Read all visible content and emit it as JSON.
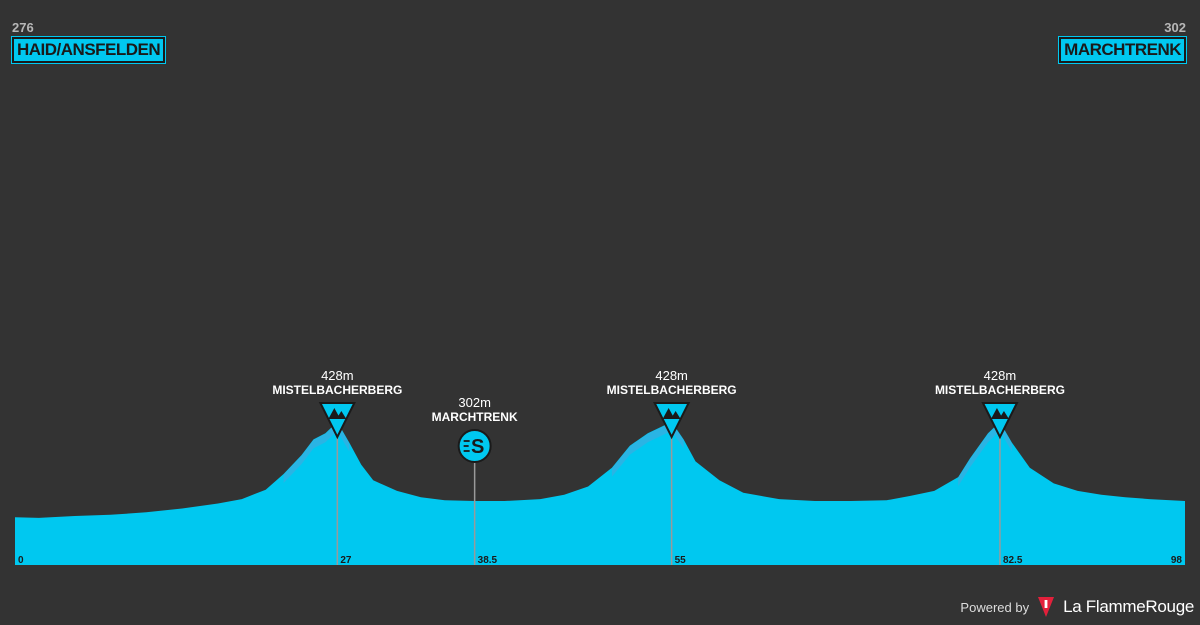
{
  "start": {
    "altitude": "276",
    "name": "HAID/ANSFELDEN"
  },
  "finish": {
    "altitude": "302",
    "name": "MARCHTRENK"
  },
  "footer": {
    "powered_by": "Powered by",
    "brand": "La FlammeRouge"
  },
  "colors": {
    "background": "#333333",
    "profile_fill": "#00c8f0",
    "profile_ridge": "#38aee0",
    "marker_line": "#9a9a9a"
  },
  "chart_data": {
    "type": "area",
    "title": "",
    "xlabel": "",
    "ylabel": "",
    "xlim": [
      0,
      98
    ],
    "ylim": [
      200,
      1100
    ],
    "x_ticks": [
      "0",
      "27",
      "38.5",
      "55",
      "82.5",
      "98"
    ],
    "profile": [
      [
        0,
        276
      ],
      [
        2,
        275
      ],
      [
        5,
        278
      ],
      [
        8,
        280
      ],
      [
        11,
        284
      ],
      [
        14,
        290
      ],
      [
        17,
        298
      ],
      [
        19,
        305
      ],
      [
        21,
        320
      ],
      [
        22.5,
        345
      ],
      [
        24,
        375
      ],
      [
        25,
        400
      ],
      [
        26,
        410
      ],
      [
        27,
        428
      ],
      [
        28,
        395
      ],
      [
        29,
        360
      ],
      [
        30,
        335
      ],
      [
        32,
        318
      ],
      [
        34,
        308
      ],
      [
        36,
        303
      ],
      [
        38.5,
        302
      ],
      [
        41,
        302
      ],
      [
        44,
        305
      ],
      [
        46,
        312
      ],
      [
        48,
        325
      ],
      [
        50,
        355
      ],
      [
        51.5,
        390
      ],
      [
        53,
        410
      ],
      [
        55,
        428
      ],
      [
        56,
        400
      ],
      [
        57,
        365
      ],
      [
        59,
        335
      ],
      [
        61,
        315
      ],
      [
        64,
        305
      ],
      [
        67,
        302
      ],
      [
        70,
        302
      ],
      [
        73,
        303
      ],
      [
        75,
        310
      ],
      [
        77,
        318
      ],
      [
        79,
        340
      ],
      [
        80,
        370
      ],
      [
        81.5,
        410
      ],
      [
        82.5,
        428
      ],
      [
        83.5,
        395
      ],
      [
        85,
        355
      ],
      [
        87,
        330
      ],
      [
        89,
        318
      ],
      [
        91,
        312
      ],
      [
        93,
        308
      ],
      [
        95,
        305
      ],
      [
        98,
        302
      ]
    ],
    "points": [
      {
        "km": 27,
        "altitude": "428m",
        "name": "MISTELBACHERBERG",
        "kind": "climb",
        "marker_icon": "mountain-icon"
      },
      {
        "km": 38.5,
        "altitude": "302m",
        "name": "MARCHTRENK",
        "kind": "sprint",
        "marker_icon": "sprint-icon"
      },
      {
        "km": 55,
        "altitude": "428m",
        "name": "MISTELBACHERBERG",
        "kind": "climb",
        "marker_icon": "mountain-icon"
      },
      {
        "km": 82.5,
        "altitude": "428m",
        "name": "MISTELBACHERBERG",
        "kind": "climb",
        "marker_icon": "mountain-icon"
      }
    ]
  }
}
